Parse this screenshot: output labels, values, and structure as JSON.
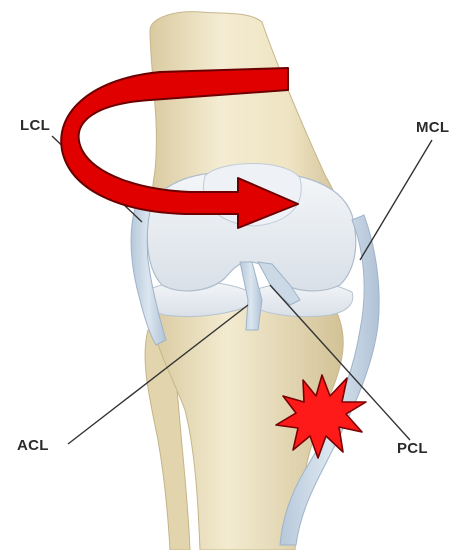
{
  "labels": {
    "lcl": "LCL",
    "mcl": "MCL",
    "acl": "ACL",
    "pcl": "PCL"
  },
  "icons": {
    "rotation": "curved-rotation-arrow-icon",
    "impact": "impact-burst-icon"
  },
  "colors": {
    "arrow": "#e00000",
    "burst": "#ff1a1a",
    "ligament": "#c9d7e6",
    "bone": "#eee4c4",
    "cartilage": "#e6ebf1",
    "leader_line": "#333333"
  }
}
